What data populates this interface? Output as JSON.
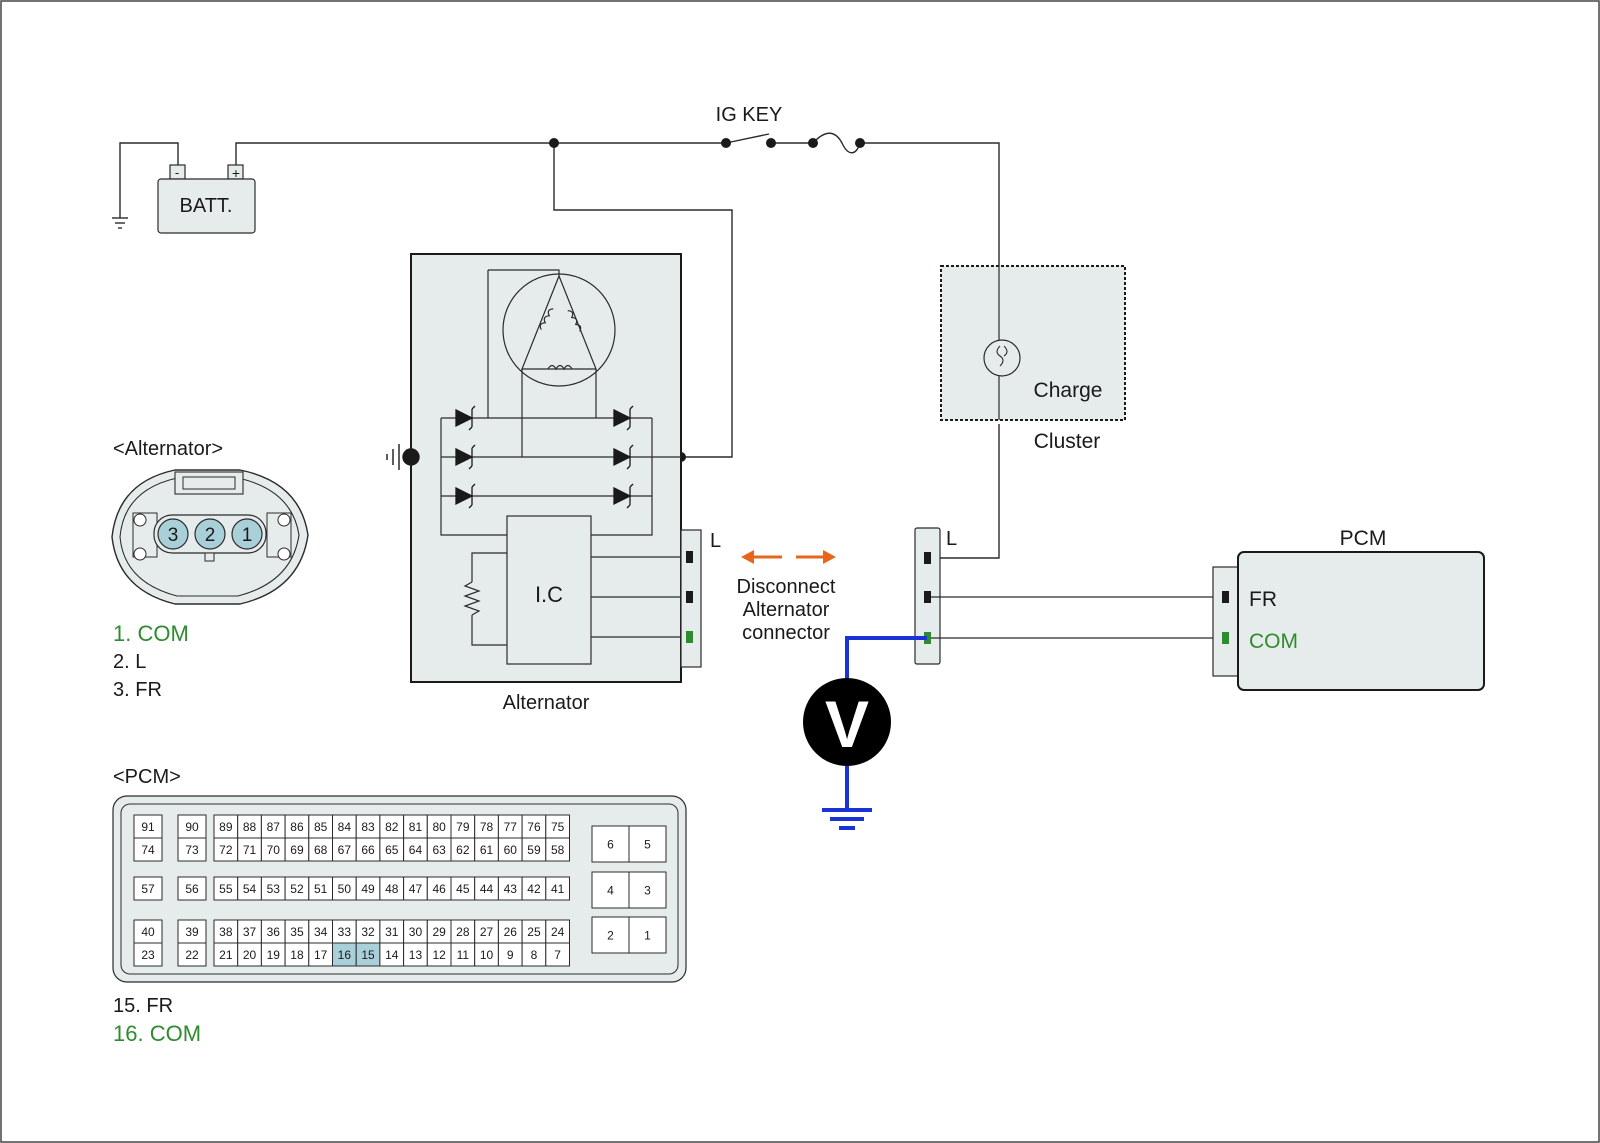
{
  "labels": {
    "ig_key": "IG KEY",
    "battery": "BATT.",
    "battery_neg": "-",
    "battery_pos": "+",
    "alternator_body": "Alternator",
    "ic": "I.C",
    "alt_l": "L",
    "cluster_l": "L",
    "charge": "Charge",
    "cluster": "Cluster",
    "pcm": "PCM",
    "pcm_fr": "FR",
    "pcm_com": "COM",
    "note_line1": "Disconnect",
    "note_line2": "Alternator",
    "note_line3": "connector",
    "voltmeter": "V"
  },
  "alternator_connector": {
    "title": "<Alternator>",
    "pins_shown": [
      "3",
      "2",
      "1"
    ],
    "legend": [
      {
        "text": "1. COM",
        "color": "#2e8b2e"
      },
      {
        "text": "2. L",
        "color": "#1a1a1a"
      },
      {
        "text": "3. FR",
        "color": "#1a1a1a"
      }
    ]
  },
  "pcm_connector": {
    "title": "<PCM>",
    "left_col": [
      [
        "91",
        "74"
      ],
      [
        "57"
      ],
      [
        "40",
        "23"
      ]
    ],
    "second_col": [
      [
        "90",
        "73"
      ],
      [
        "56"
      ],
      [
        "39",
        "22"
      ]
    ],
    "block1_rows": [
      [
        "89",
        "88",
        "87",
        "86",
        "85",
        "84",
        "83",
        "82",
        "81",
        "80",
        "79",
        "78",
        "77",
        "76",
        "75"
      ],
      [
        "72",
        "71",
        "70",
        "69",
        "68",
        "67",
        "66",
        "65",
        "64",
        "63",
        "62",
        "61",
        "60",
        "59",
        "58"
      ]
    ],
    "block2_row": [
      "55",
      "54",
      "53",
      "52",
      "51",
      "50",
      "49",
      "48",
      "47",
      "46",
      "45",
      "44",
      "43",
      "42",
      "41"
    ],
    "block3_rows": [
      [
        "38",
        "37",
        "36",
        "35",
        "34",
        "33",
        "32",
        "31",
        "30",
        "29",
        "28",
        "27",
        "26",
        "25",
        "24"
      ],
      [
        "21",
        "20",
        "19",
        "18",
        "17",
        "16",
        "15",
        "14",
        "13",
        "12",
        "11",
        "10",
        "9",
        "8",
        "7"
      ]
    ],
    "power_pins": [
      [
        "6",
        "5"
      ],
      [
        "4",
        "3"
      ],
      [
        "2",
        "1"
      ]
    ],
    "highlighted": [
      "16",
      "15"
    ],
    "legend": [
      {
        "text": "15. FR",
        "color": "#1a1a1a"
      },
      {
        "text": "16. COM",
        "color": "#2e8b2e"
      }
    ]
  },
  "colors": {
    "line": "#2b2b2b",
    "box_fill": "#e6ecec",
    "com_green": "#2e8b2e",
    "probe_blue": "#1a33d6",
    "arrow_orange": "#e8661c",
    "pin_highlight": "#a9cfd8"
  }
}
